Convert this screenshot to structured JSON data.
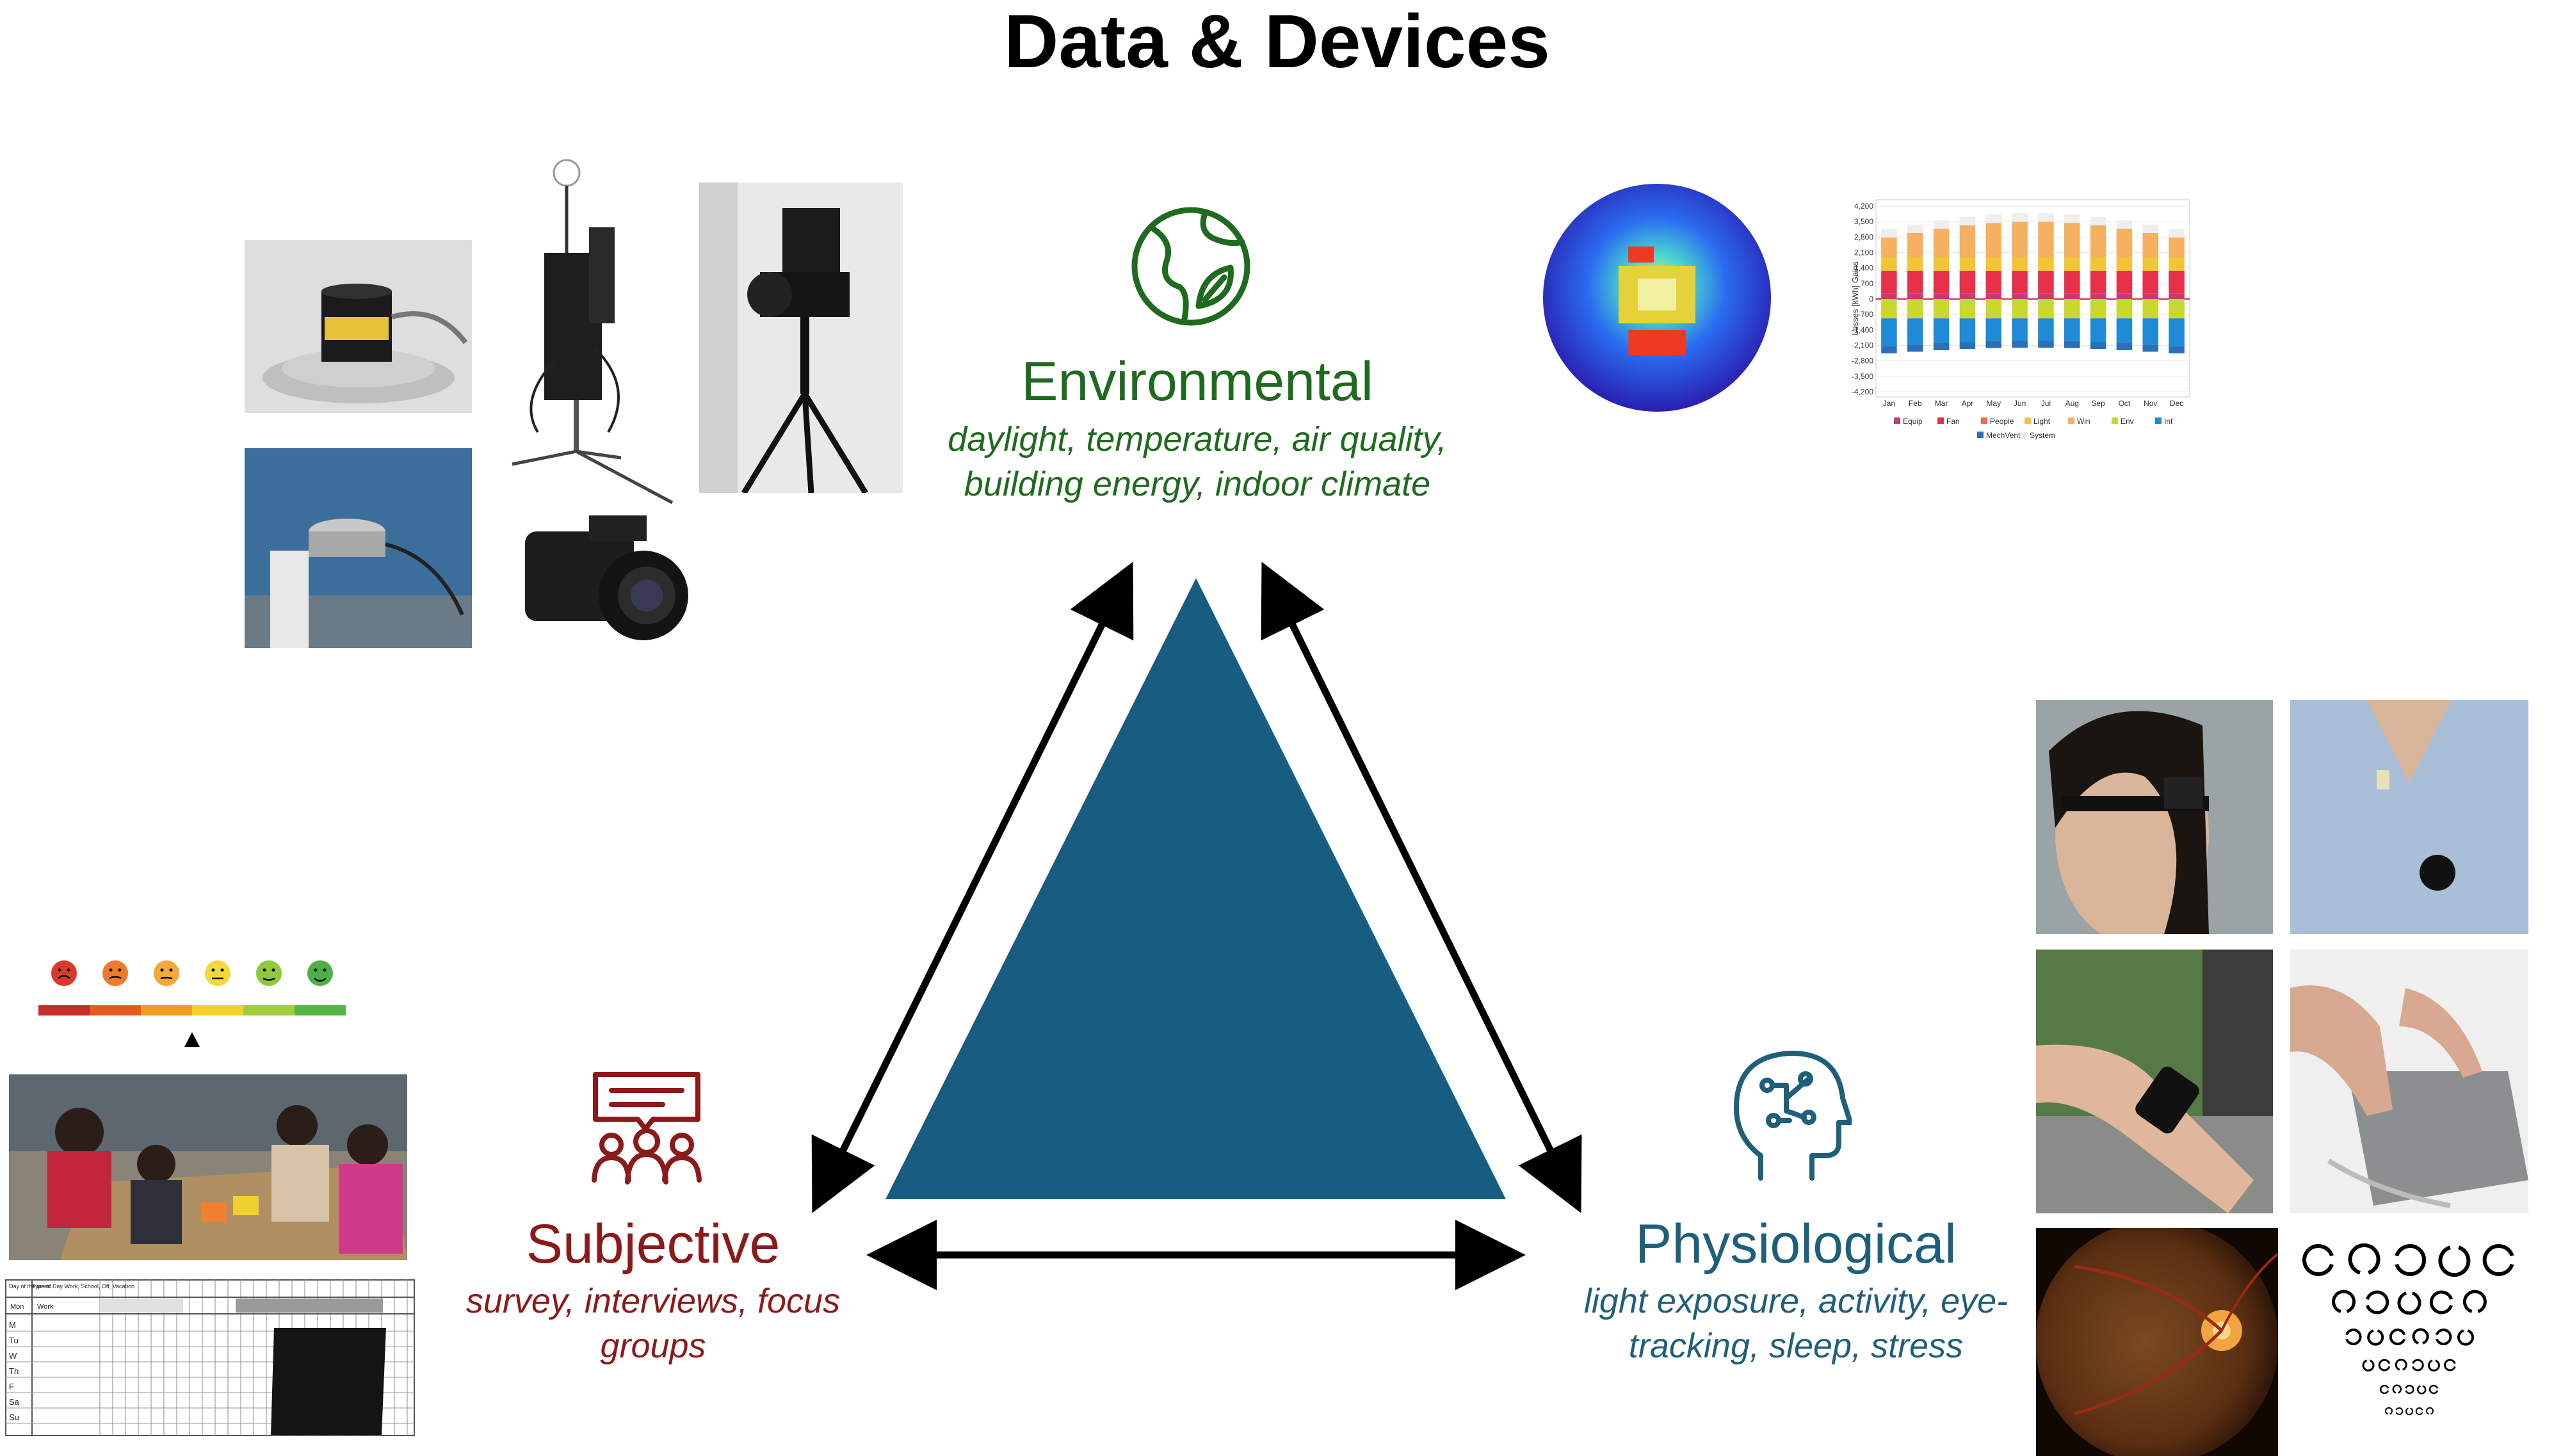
{
  "title": "Data & Devices",
  "colors": {
    "environmental": "#1e6a1e",
    "subjective": "#8b1a1a",
    "physiological": "#1f5f7a",
    "triangle": "#175d82"
  },
  "categories": {
    "environmental": {
      "title": "Environmental",
      "subtitle_line1": "daylight, temperature, air quality,",
      "subtitle_line2": "building energy, indoor climate",
      "icon": "earth-leaf-icon"
    },
    "subjective": {
      "title": "Subjective",
      "subtitle_line1": "survey, interviews, focus",
      "subtitle_line2": "groups",
      "icon": "group-discussion-icon"
    },
    "physiological": {
      "title": "Physiological",
      "subtitle_line1": "light exposure, activity, eye-",
      "subtitle_line2": "tracking, sleep, stress",
      "icon": "head-circuit-icon"
    }
  },
  "energy_chart": {
    "y_ticks": [
      "4,200",
      "3,500",
      "2,800",
      "2,100",
      "1,400",
      "700",
      "0",
      "-700",
      "-1,400",
      "-2,100",
      "-2,800",
      "-3,500",
      "-4,200"
    ],
    "y_label": "Losses [kWh] Gains",
    "months": [
      "Jan",
      "Feb",
      "Mar",
      "Apr",
      "May",
      "Jun",
      "Jul",
      "Aug",
      "Sep",
      "Oct",
      "Nov",
      "Dec"
    ],
    "legend": [
      "Equip",
      "Fan",
      "People",
      "Light",
      "Win",
      "Env",
      "Inf",
      "MechVent",
      "System"
    ]
  },
  "rating_scale": {
    "faces": [
      "very-unhappy",
      "unhappy",
      "slightly-unhappy",
      "neutral",
      "happy",
      "very-happy"
    ],
    "selected_index": 2
  },
  "sleep_diary": {
    "header": [
      "Day of the week",
      "Type of Day Work, School, Off, Vacation"
    ],
    "example": [
      "Mon",
      "Work"
    ],
    "days": [
      "M",
      "Tu",
      "W",
      "Th",
      "F",
      "Sa",
      "Su"
    ]
  }
}
